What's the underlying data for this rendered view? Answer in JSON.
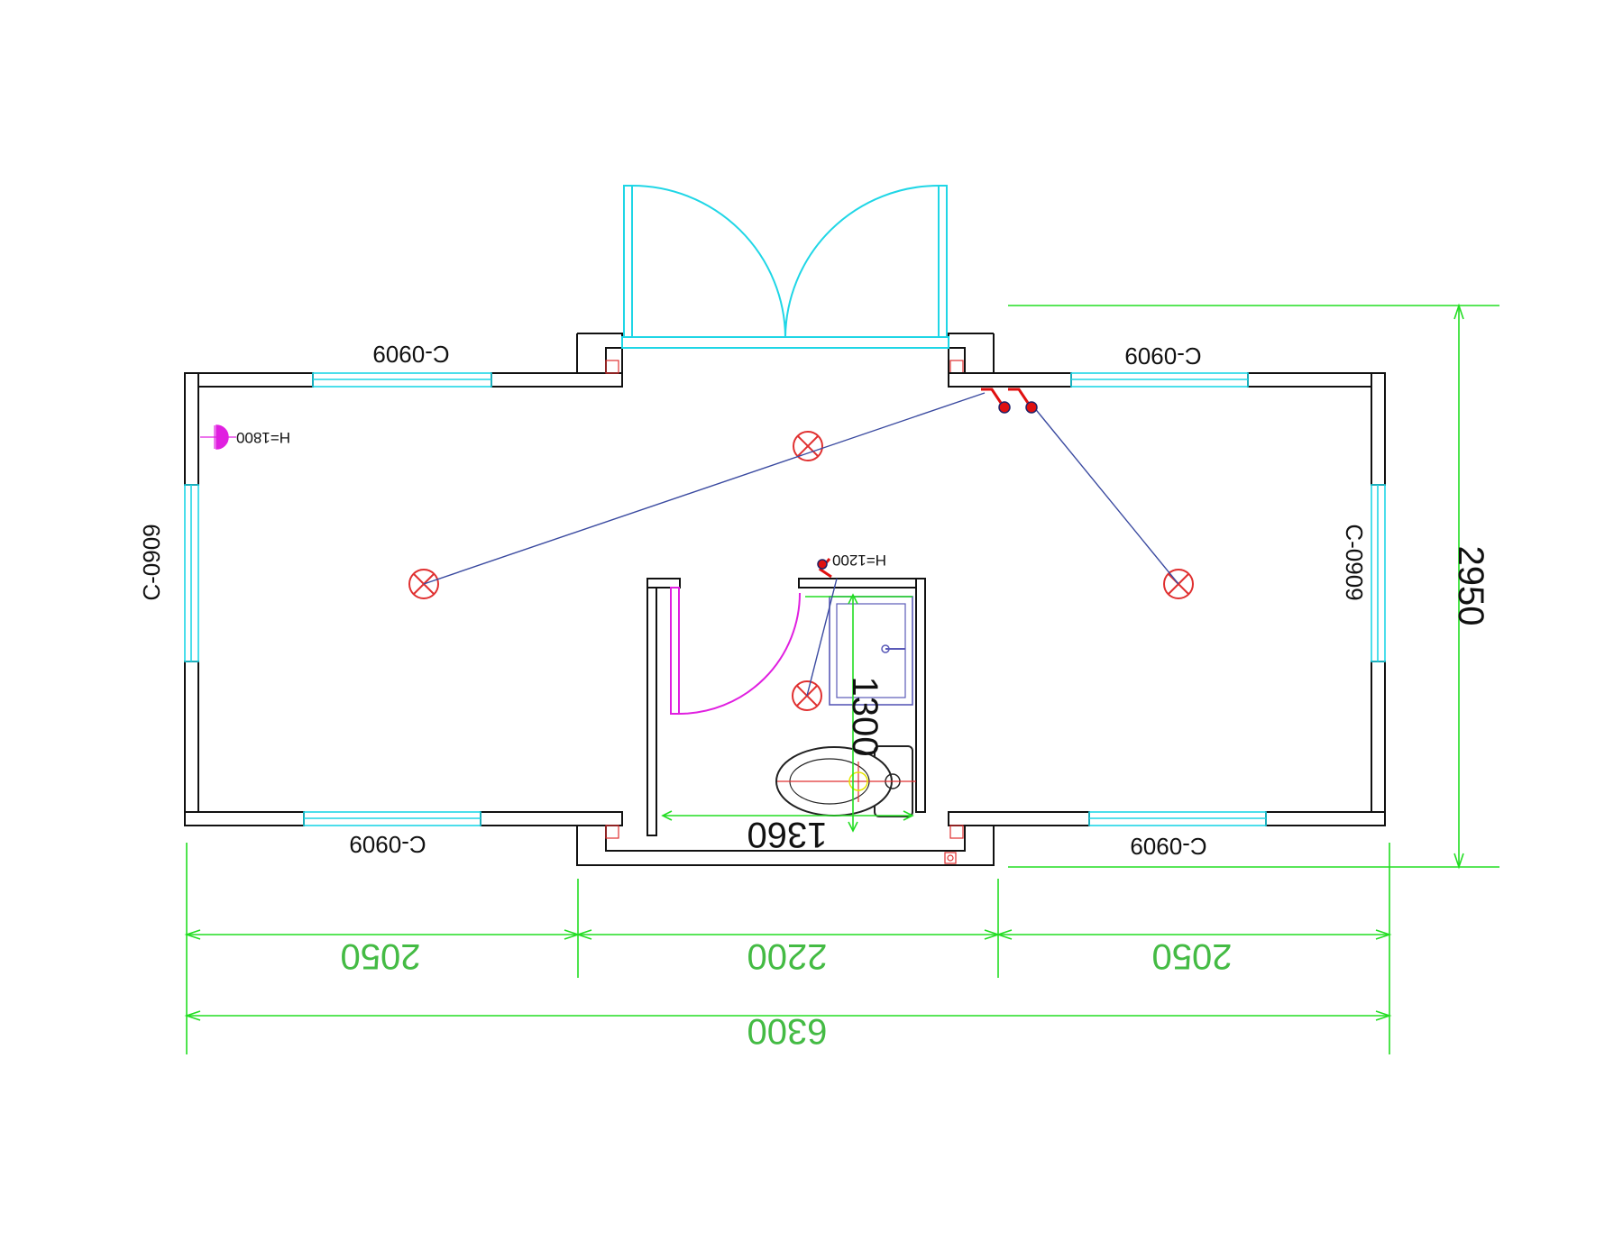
{
  "windows": {
    "top_left": "C-0909",
    "top_right": "C-0909",
    "left": "C-0909",
    "right": "C-0909",
    "bottom_left": "C-0909",
    "bottom_right": "C-0909"
  },
  "annotations": {
    "socket_height": "H=1800",
    "switch_height": "H=1200"
  },
  "dimensions": {
    "seg_left": "2050",
    "seg_middle": "2200",
    "seg_right": "2050",
    "total_width": "6300",
    "total_height": "2950",
    "bath_width": "1360",
    "bath_depth": "1300"
  },
  "colors": {
    "walls": "#111111",
    "windows_doors": "#1fd6e6",
    "dimensions": "#22dd22",
    "dimension_text": "#44bb44",
    "lamps": "#e03030",
    "bath_door": "#e020e0",
    "wiring": "#3a4aa0"
  }
}
